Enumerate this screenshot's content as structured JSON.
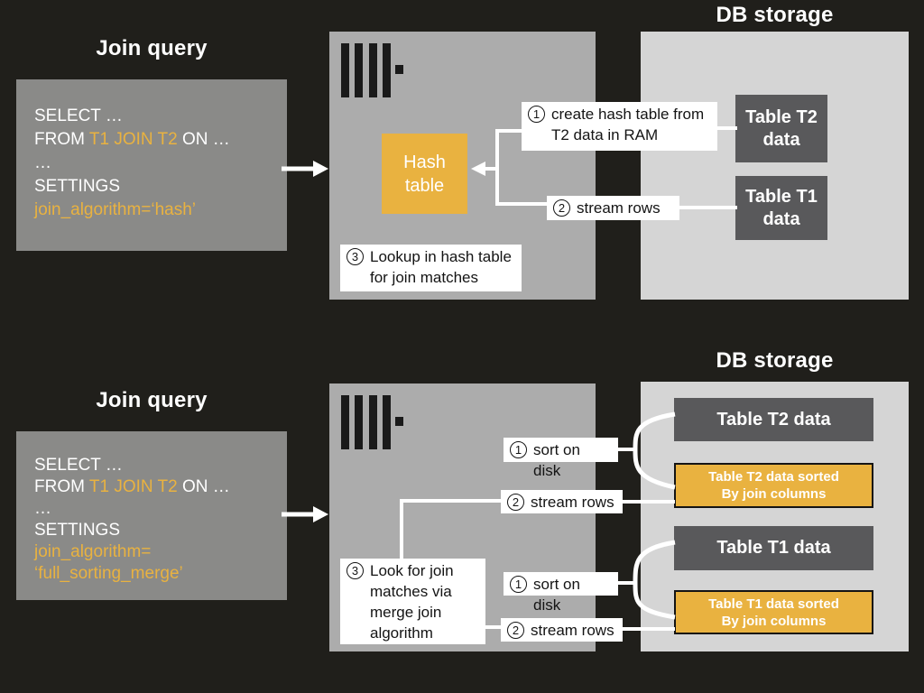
{
  "colors": {
    "bg": "#201F1B",
    "accent": "#E9B240",
    "queryGray": "#8A8A88",
    "serverGray": "#ACACAC",
    "dbGray": "#D5D5D5",
    "tableDark": "#59595B"
  },
  "sections": {
    "hash": {
      "title": "Join query",
      "db_title": "DB storage",
      "query": [
        [
          {
            "t": "SELECT …",
            "a": false
          }
        ],
        [
          {
            "t": "FROM ",
            "a": false
          },
          {
            "t": "T1 JOIN T2",
            "a": true
          },
          {
            "t": " ON …",
            "a": false
          }
        ],
        [
          {
            "t": "…",
            "a": false
          }
        ],
        [
          {
            "t": "SETTINGS",
            "a": false
          }
        ],
        [
          {
            "t": "join_algorithm=‘hash’",
            "a": true
          }
        ]
      ],
      "hash_table": {
        "line1": "Hash",
        "line2": "table"
      },
      "labels": {
        "step1": {
          "num": "1",
          "line1": "create hash table from",
          "line2": "T2 data in RAM"
        },
        "step2": {
          "num": "2",
          "text": "stream rows"
        },
        "step3": {
          "num": "3",
          "line1": "Lookup in hash table",
          "line2": "for join matches"
        }
      },
      "tables": {
        "t2": {
          "line1": "Table T2",
          "line2": "data"
        },
        "t1": {
          "line1": "Table T1",
          "line2": "data"
        }
      }
    },
    "merge": {
      "title": "Join query",
      "db_title": "DB storage",
      "query": [
        [
          {
            "t": "SELECT …",
            "a": false
          }
        ],
        [
          {
            "t": "FROM ",
            "a": false
          },
          {
            "t": "T1 JOIN T2",
            "a": true
          },
          {
            "t": " ON …",
            "a": false
          }
        ],
        [
          {
            "t": "…",
            "a": false
          }
        ],
        [
          {
            "t": "SETTINGS",
            "a": false
          }
        ],
        [
          {
            "t": "join_algorithm=",
            "a": true
          }
        ],
        [
          {
            "t": "‘full_sorting_merge’",
            "a": true
          }
        ]
      ],
      "labels": {
        "sort_t2": {
          "num": "1",
          "text": "sort on disk"
        },
        "stream_t2": {
          "num": "2",
          "text": "stream rows"
        },
        "step3": {
          "num": "3",
          "lines": [
            "Look for join",
            "matches via",
            "merge join",
            "algorithm"
          ]
        },
        "sort_t1": {
          "num": "1",
          "text": "sort on disk"
        },
        "stream_t1": {
          "num": "2",
          "text": "stream rows"
        }
      },
      "tables": {
        "t2": {
          "text": "Table T2 data"
        },
        "t2_sorted": {
          "line1": "Table T2 data sorted",
          "line2": "By join columns"
        },
        "t1": {
          "text": "Table T1 data"
        },
        "t1_sorted": {
          "line1": "Table T1 data sorted",
          "line2": "By join columns"
        }
      }
    }
  }
}
